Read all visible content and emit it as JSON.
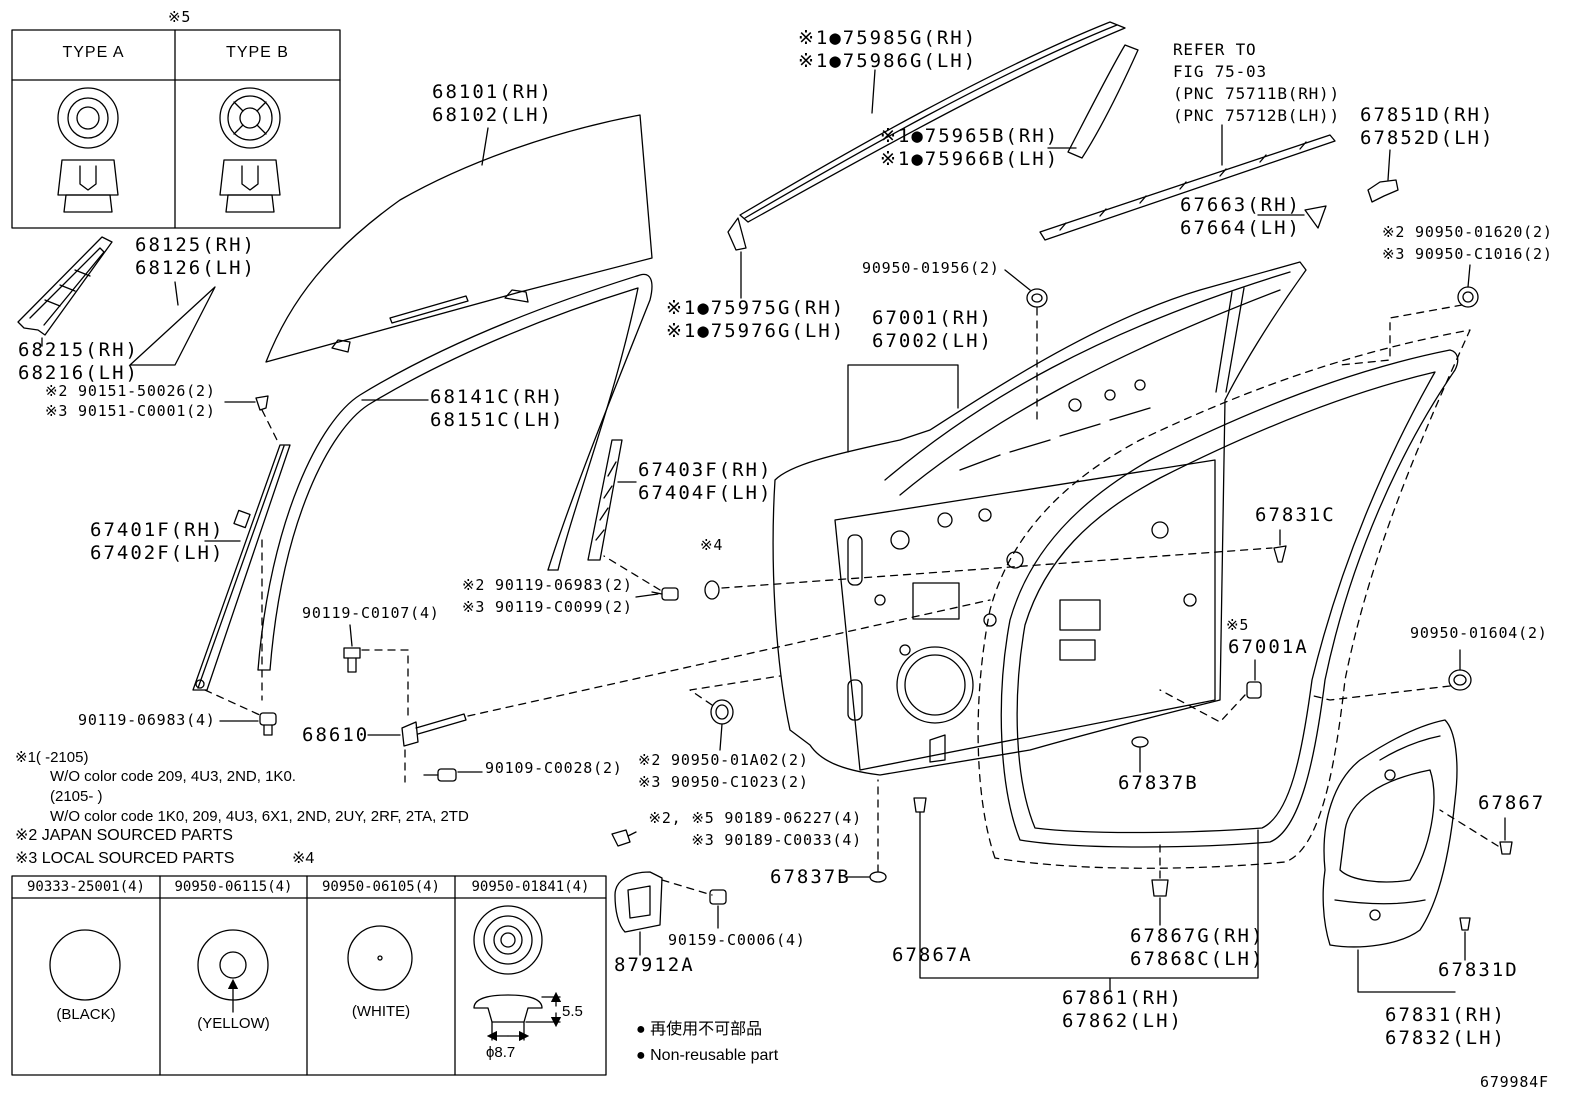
{
  "diagram": {
    "drawing_number": "679984F",
    "type_box": {
      "note": "※5",
      "type_a": "TYPE A",
      "type_b": "TYPE B"
    },
    "callouts": {
      "c68101": [
        "68101(RH)",
        "68102(LH)"
      ],
      "c75985": [
        "※1●75985G(RH)",
        "※1●75986G(LH)"
      ],
      "refer": [
        "REFER TO",
        "FIG 75-03",
        "(PNC 75711B(RH))",
        "(PNC 75712B(LH))"
      ],
      "c67851": [
        "67851D(RH)",
        "67852D(LH)"
      ],
      "c75965": [
        "※1●75965B(RH)",
        "※1●75966B(LH)"
      ],
      "c68125": [
        "68125(RH)",
        "68126(LH)"
      ],
      "c67663": [
        "67663(RH)",
        "67664(LH)"
      ],
      "c90950_01620": [
        "※2 90950-01620(2)",
        "※3 90950-C1016(2)"
      ],
      "c90950_01956": [
        "90950-01956(2)"
      ],
      "c68215": [
        "68215(RH)",
        "68216(LH)"
      ],
      "c75975": [
        "※1●75975G(RH)",
        "※1●75976G(LH)"
      ],
      "c67001": [
        "67001(RH)",
        "67002(LH)"
      ],
      "c90151": [
        "※2 90151-50026(2)",
        "※3 90151-C0001(2)"
      ],
      "c68141": [
        "68141C(RH)",
        "68151C(LH)"
      ],
      "c67403": [
        "67403F(RH)",
        "67404F(LH)"
      ],
      "c67831c": [
        "67831C"
      ],
      "c67401": [
        "67401F(RH)",
        "67402F(LH)"
      ],
      "c_note4": [
        "※4"
      ],
      "c90119_06983_2": [
        "※2 90119-06983(2)",
        "※3 90119-C0099(2)"
      ],
      "c90119_c0107": [
        "90119-C0107(4)"
      ],
      "c67001a_note": [
        "※5"
      ],
      "c67001a": [
        "67001A"
      ],
      "c90950_01604": [
        "90950-01604(2)"
      ],
      "c90119_06983_4": [
        "90119-06983(4)"
      ],
      "c68610": [
        "68610"
      ],
      "c90950_01a02": [
        "※2 90950-01A02(2)",
        "※3 90950-C1023(2)"
      ],
      "c90109": [
        "90109-C0028(2)"
      ],
      "c67837b_upper": [
        "67837B"
      ],
      "c67837b_lower": [
        "67837B"
      ],
      "c90189": [
        "※2, ※5 90189-06227(4)",
        "※3 90189-C0033(4)"
      ],
      "c67867": [
        "67867"
      ],
      "c90159": [
        "90159-C0006(4)"
      ],
      "c87912a": [
        "87912A"
      ],
      "c67867a": [
        "67867A"
      ],
      "c67867g": [
        "67867G(RH)",
        "67868C(LH)"
      ],
      "c67831d": [
        "67831D"
      ],
      "c67861": [
        "67861(RH)",
        "67862(LH)"
      ],
      "c67831": [
        "67831(RH)",
        "67832(LH)"
      ]
    },
    "notes": {
      "n1_range1": "※1(    -2105)",
      "n1_codes1": "W/O color code 209, 4U3, 2ND, 1K0.",
      "n1_range2": "(2105-    )",
      "n1_codes2": "W/O color code 1K0, 209, 4U3, 6X1, 2ND, 2UY, 2RF, 2TA, 2TD",
      "n2": "※2 JAPAN SOURCED PARTS",
      "n3": "※3 LOCAL SOURCED PARTS",
      "note4": "※4"
    },
    "grommet_table": {
      "headers": [
        "90333-25001(4)",
        "90950-06115(4)",
        "90950-06105(4)",
        "90950-01841(4)"
      ],
      "colors": [
        "(BLACK)",
        "(YELLOW)",
        "(WHITE)"
      ],
      "dim_height": "5.5",
      "dim_diameter": "ϕ8.7"
    },
    "legend": {
      "bullet": "●",
      "jp": "再使用不可部品",
      "en": "Non-reusable part"
    }
  }
}
